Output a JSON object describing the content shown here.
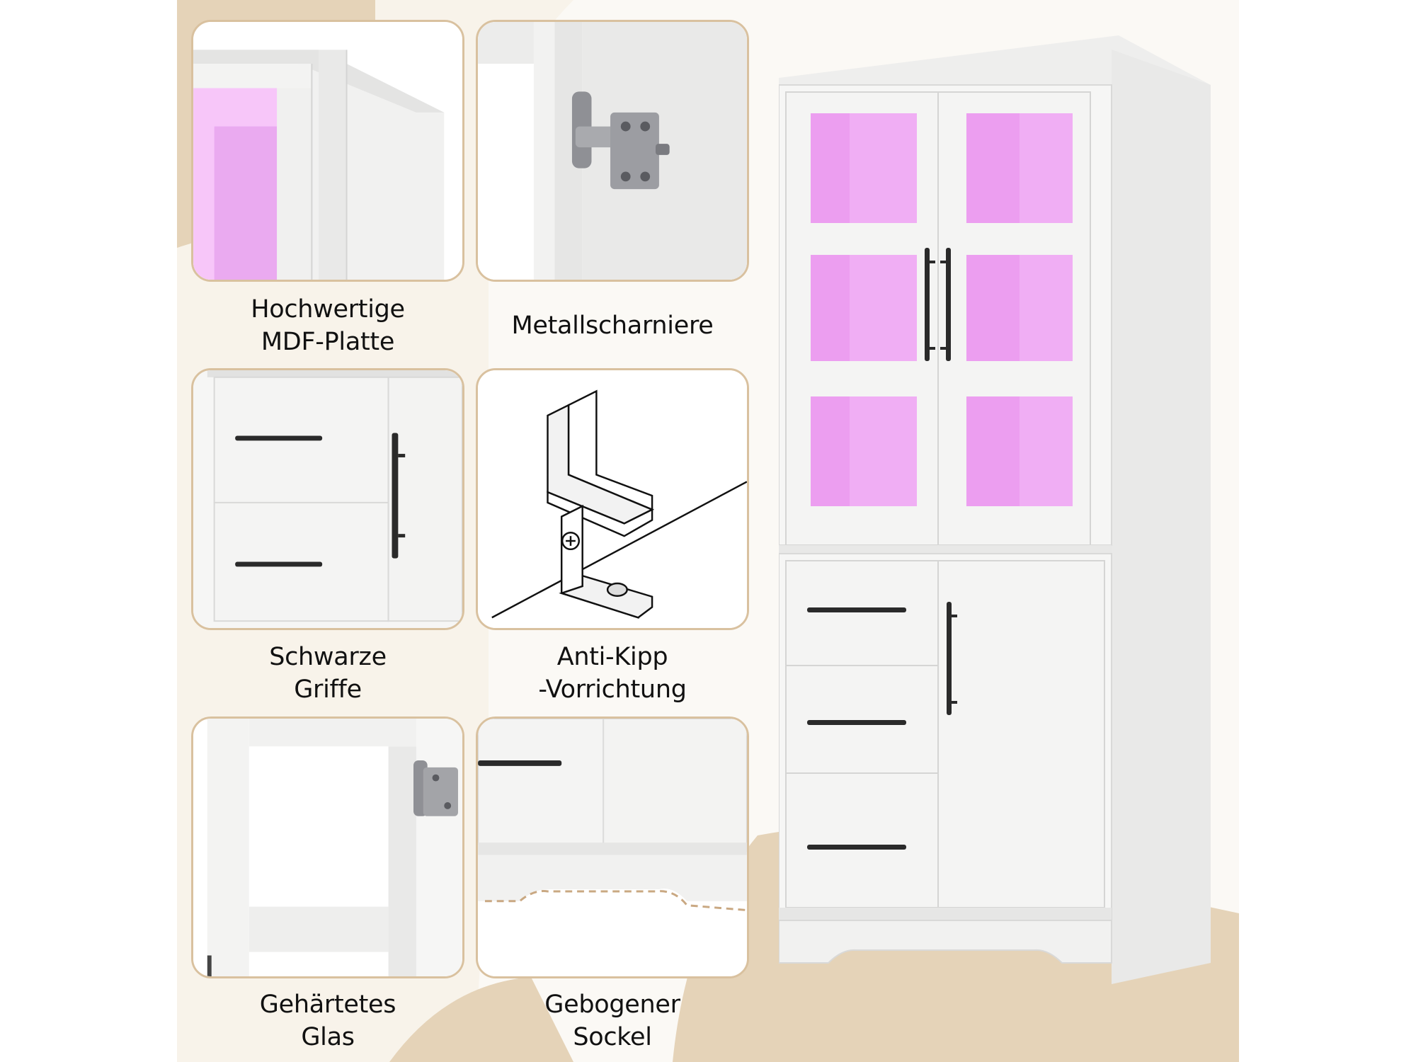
{
  "features": [
    {
      "id": "mdf",
      "line1": "Hochwertige",
      "line2": "MDF-Platte",
      "icon": "mdf-board-detail"
    },
    {
      "id": "hinges",
      "line1": "Metallscharniere",
      "line2": "",
      "icon": "metal-hinge"
    },
    {
      "id": "handles",
      "line1": "Schwarze",
      "line2": "Griffe",
      "icon": "black-handle"
    },
    {
      "id": "antitip",
      "line1": "Anti-Kipp",
      "line2": "-Vorrichtung",
      "icon": "anti-tip-bracket"
    },
    {
      "id": "glass",
      "line1": "Gehärtetes",
      "line2": "Glas",
      "icon": "tempered-glass-door"
    },
    {
      "id": "base",
      "line1": "Gebogener",
      "line2": "Sockel",
      "icon": "curved-base"
    }
  ],
  "colors": {
    "beige": "#e5d3b8",
    "cream": "#f8f3ea",
    "panel_border": "#d9c19f",
    "cabinet_white": "#f5f5f4",
    "led_pink": "#ec9ef0",
    "handle_black": "#2a2a2a"
  }
}
